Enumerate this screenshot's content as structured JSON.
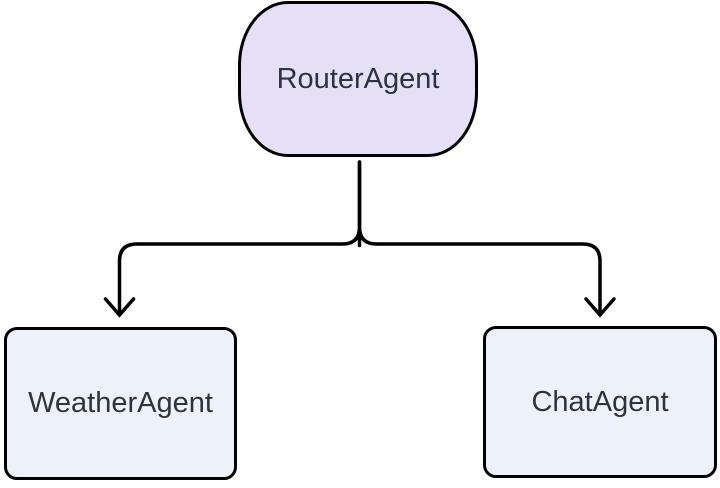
{
  "diagram": {
    "type": "flowchart",
    "direction": "top-down",
    "nodes": [
      {
        "id": "router",
        "label": "RouterAgent",
        "shape": "rounded-stadium",
        "fill": "#e6e0f6",
        "border_color": "#000000"
      },
      {
        "id": "weather",
        "label": "WeatherAgent",
        "shape": "rounded-rect",
        "fill": "#edf1f9",
        "border_color": "#000000"
      },
      {
        "id": "chat",
        "label": "ChatAgent",
        "shape": "rounded-rect",
        "fill": "#edf1f9",
        "border_color": "#000000"
      }
    ],
    "edges": [
      {
        "from": "RouterAgent",
        "to": "WeatherAgent",
        "arrow": "open-v-down"
      },
      {
        "from": "RouterAgent",
        "to": "ChatAgent",
        "arrow": "open-v-down"
      }
    ],
    "colors": {
      "background": "#ffffff",
      "edge_line": "#000000",
      "node_text": "#2e3340",
      "router_fill": "#e6e0f6",
      "child_fill": "#edf1f9"
    }
  }
}
